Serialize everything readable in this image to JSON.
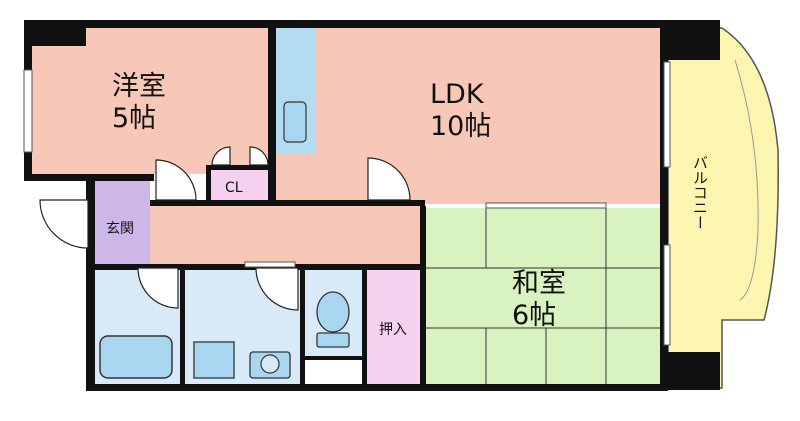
{
  "colors": {
    "wall": "#111111",
    "western_room": "#f7c8b8",
    "ldk": "#f7c8b8",
    "hall": "#f7c8b8",
    "japanese_room": "#d8f3c0",
    "balcony": "#fbf5b0",
    "closet": "#f6d0ef",
    "oshiire": "#f6d0ef",
    "entrance": "#cdb6e8",
    "wet_area": "#d8eaf7",
    "kitchen_fixture": "#b3dcf3"
  },
  "rooms": {
    "western_room": {
      "name": "洋室",
      "size": "5帖"
    },
    "ldk": {
      "name": "LDK",
      "size": "10帖"
    },
    "japanese_room": {
      "name": "和室",
      "size": "6帖"
    },
    "closet": {
      "label": "CL"
    },
    "entrance": {
      "label": "玄関"
    },
    "oshiire": {
      "label": "押入"
    },
    "balcony": {
      "label": "バルコニー"
    }
  }
}
